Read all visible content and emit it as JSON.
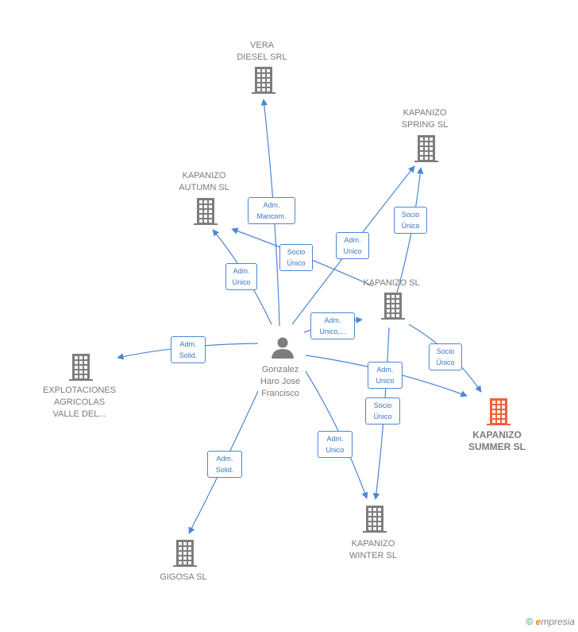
{
  "colors": {
    "edge": "#4a86d6",
    "building": "#7d7d7d",
    "focus_building": "#f0603a",
    "person": "#7d7d7d"
  },
  "center": {
    "name": "Gonzalez\nHaro Jose\nFrancisco",
    "icon": "person-icon"
  },
  "nodes": [
    {
      "id": "vera",
      "name": "VERA\nDIESEL SRL",
      "icon": "building-icon",
      "focus": false
    },
    {
      "id": "spring",
      "name": "KAPANIZO\nSPRING  SL",
      "icon": "building-icon",
      "focus": false
    },
    {
      "id": "autumn",
      "name": "KAPANIZO\nAUTUMN  SL",
      "icon": "building-icon",
      "focus": false
    },
    {
      "id": "kapanizo",
      "name": "KAPANIZO  SL",
      "icon": "building-icon",
      "focus": false
    },
    {
      "id": "explot",
      "name": "EXPLOTACIONES\nAGRICOLAS\nVALLE DEL...",
      "icon": "building-icon",
      "focus": false
    },
    {
      "id": "summer",
      "name": "KAPANIZO\nSUMMER  SL",
      "icon": "building-icon",
      "focus": true
    },
    {
      "id": "winter",
      "name": "KAPANIZO\nWINTER  SL",
      "icon": "building-icon",
      "focus": false
    },
    {
      "id": "gigosa",
      "name": "GIGOSA SL",
      "icon": "building-icon",
      "focus": false
    }
  ],
  "edges": [
    {
      "label": "Adm.\nMancom.",
      "from": "center",
      "to": "vera"
    },
    {
      "label": "Adm.\nUnico",
      "from": "center",
      "to": "autumn"
    },
    {
      "label": "Socio\nÚnico",
      "from": "kapanizo",
      "to": "autumn"
    },
    {
      "label": "Adm.\nUnico",
      "from": "center",
      "to": "spring"
    },
    {
      "label": "Socio\nÚnico",
      "from": "kapanizo",
      "to": "spring"
    },
    {
      "label": "Adm.\nUnico,...",
      "from": "center",
      "to": "kapanizo"
    },
    {
      "label": "Adm.\nSolid.",
      "from": "center",
      "to": "explot"
    },
    {
      "label": "Adm.\nUnico",
      "from": "center",
      "to": "summer"
    },
    {
      "label": "Socio\nÚnico",
      "from": "kapanizo",
      "to": "summer"
    },
    {
      "label": "Socio\nÚnico",
      "from": "kapanizo",
      "to": "winter"
    },
    {
      "label": "Adm.\nUnico",
      "from": "center",
      "to": "winter"
    },
    {
      "label": "Adm.\nSolid.",
      "from": "center",
      "to": "gigosa"
    }
  ],
  "footer": {
    "copyright": "©",
    "brand_e": "e",
    "brand_rest": "mpresia"
  }
}
